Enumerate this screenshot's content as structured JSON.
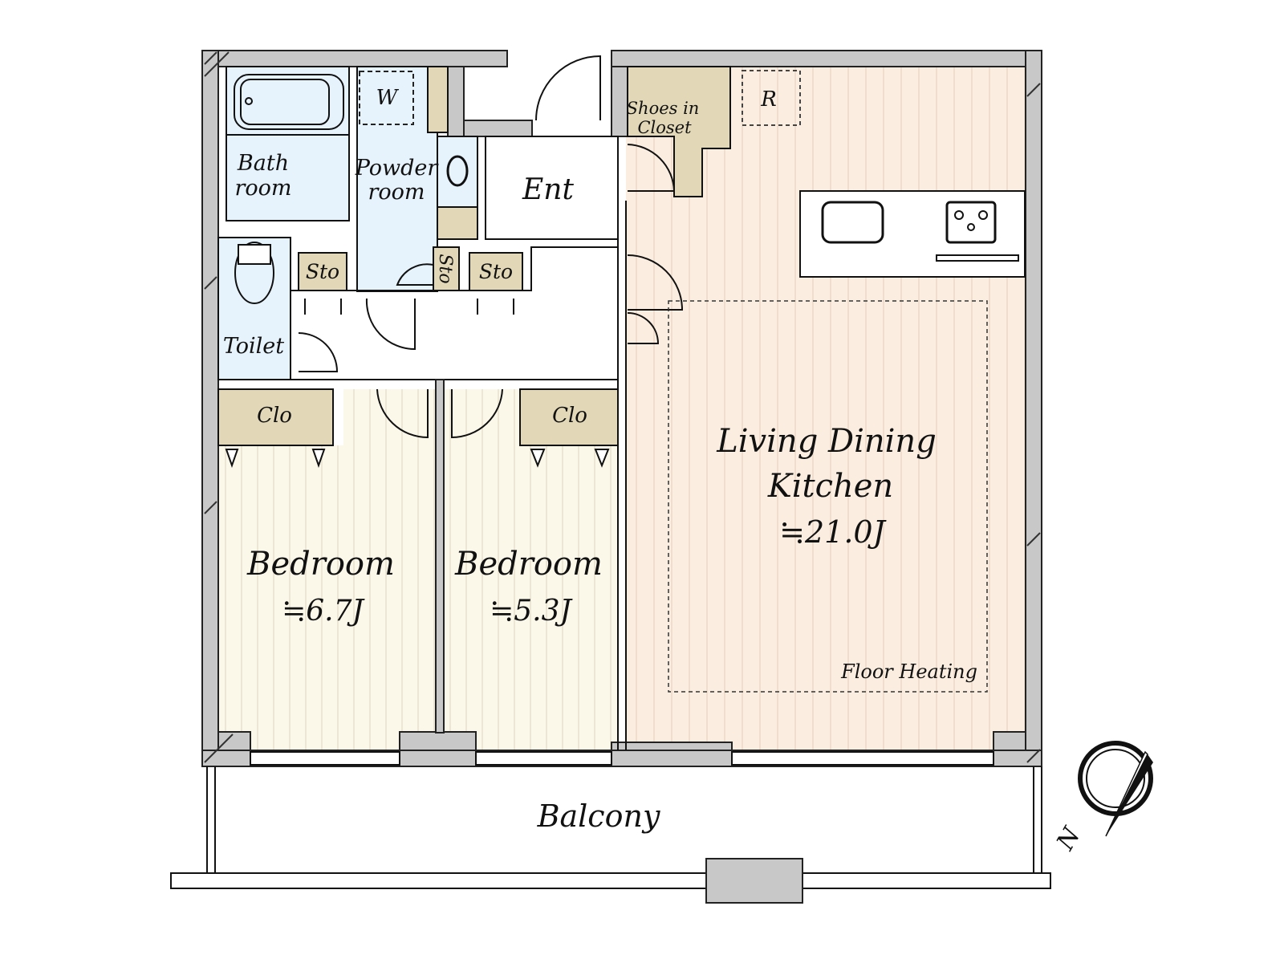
{
  "colors": {
    "wall": "#c8c8c8",
    "wet_area": "#e6f3fc",
    "storage": "#e2d8b8",
    "living_floor": "#fbeee0",
    "bedroom_floor": "#fbf8ea"
  },
  "rooms": {
    "bath": [
      "Bath",
      "room"
    ],
    "powder": [
      "Powder",
      "room"
    ],
    "washer": "W",
    "entrance": "Ent",
    "shoes_closet": [
      "Shoes in",
      "Closet"
    ],
    "refrigerator": "R",
    "toilet": "Toilet",
    "storage": "Sto",
    "closet": "Clo",
    "ldk": [
      "Living Dining",
      "Kitchen",
      "≒21.0J"
    ],
    "floor_heating": "Floor Heating",
    "bedroom1": [
      "Bedroom",
      "≒6.7J"
    ],
    "bedroom2": [
      "Bedroom",
      "≒5.3J"
    ],
    "balcony": "Balcony"
  },
  "compass": {
    "label": "N"
  }
}
